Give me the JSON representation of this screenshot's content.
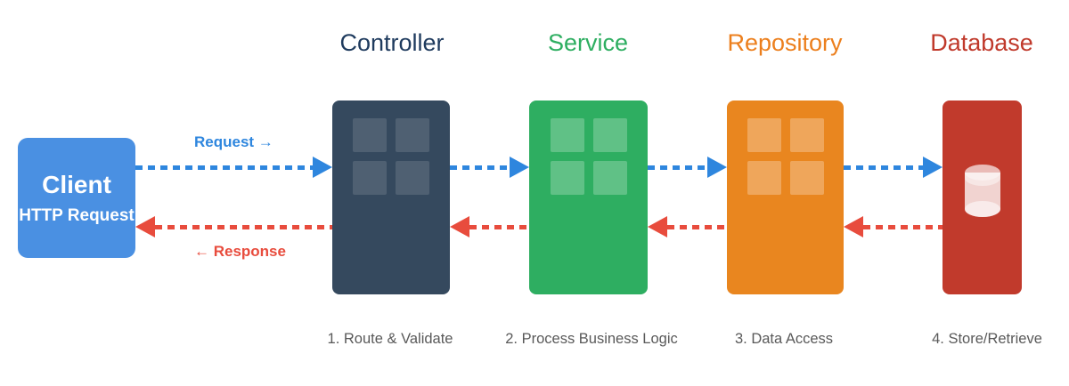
{
  "diagram": {
    "client": {
      "title": "Client",
      "subtitle": "HTTP Request"
    },
    "flow_labels": {
      "request": "Request →",
      "response": "← Response"
    },
    "layers": [
      {
        "title": "Controller",
        "caption": "1. Route & Validate",
        "icon": "window-grid"
      },
      {
        "title": "Service",
        "caption": "2. Process Business Logic",
        "icon": "window-grid"
      },
      {
        "title": "Repository",
        "caption": "3. Data Access",
        "icon": "window-grid"
      },
      {
        "title": "Database",
        "caption": "4. Store/Retrieve",
        "icon": "database-cylinder"
      }
    ]
  },
  "colors": {
    "client_bg": "#4a90e2",
    "controller": "#35495e",
    "controller_title": "#1f3b5e",
    "service": "#2eae61",
    "repository": "#e9861f",
    "repository_title": "#ec7f1d",
    "database": "#c13a2c",
    "database_title": "#c0392b",
    "request_arrow": "#2e86de",
    "response_arrow": "#e84c3d",
    "caption_text": "#595959"
  }
}
